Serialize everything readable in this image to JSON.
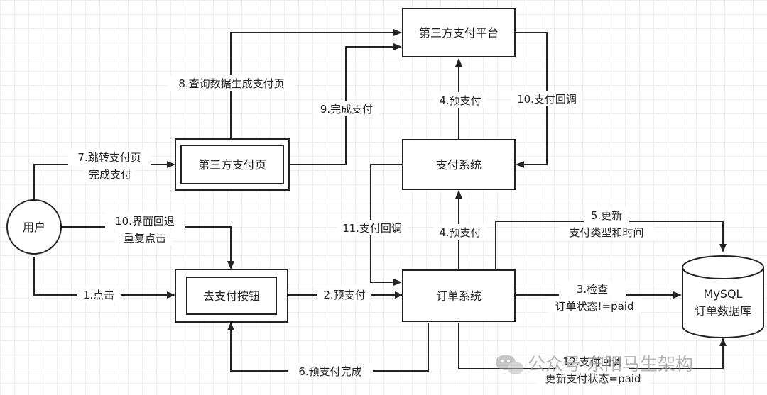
{
  "nodes": {
    "user": "用户",
    "third_party_platform": "第三方支付平台",
    "third_party_page": "第三方支付页",
    "payment_system": "支付系统",
    "pay_button": "去支付按钮",
    "order_system": "订单系统",
    "db_line1": "MySQL",
    "db_line2": "订单数据库"
  },
  "edges": {
    "e1": "1.点击",
    "e2": "2.预支付",
    "e3_l1": "3.检查",
    "e3_l2": "订单状态!=paid",
    "e4_upper": "4.预支付",
    "e4_lower": "4.预支付",
    "e5_l1": "5.更新",
    "e5_l2": "支付类型和时间",
    "e6": "6.预支付完成",
    "e7_l1": "7.跳转支付页",
    "e7_l2": "完成支付",
    "e8": "8.查询数据生成支付页",
    "e9": "9.完成支付",
    "e10_l1": "10.界面回退",
    "e10_l2": "重复点击",
    "e10_cb": "10.支付回调",
    "e11": "11.支付回调",
    "e12_l1": "12.支付回调",
    "e12_l2": "更新支付状态=paid"
  },
  "watermark": {
    "text": "公众号·东阳马生架构",
    "icon": "wechat-icon"
  },
  "colors": {
    "line": "#222222",
    "grid": "#eeeeee",
    "watermark": "#9a9a9a"
  }
}
